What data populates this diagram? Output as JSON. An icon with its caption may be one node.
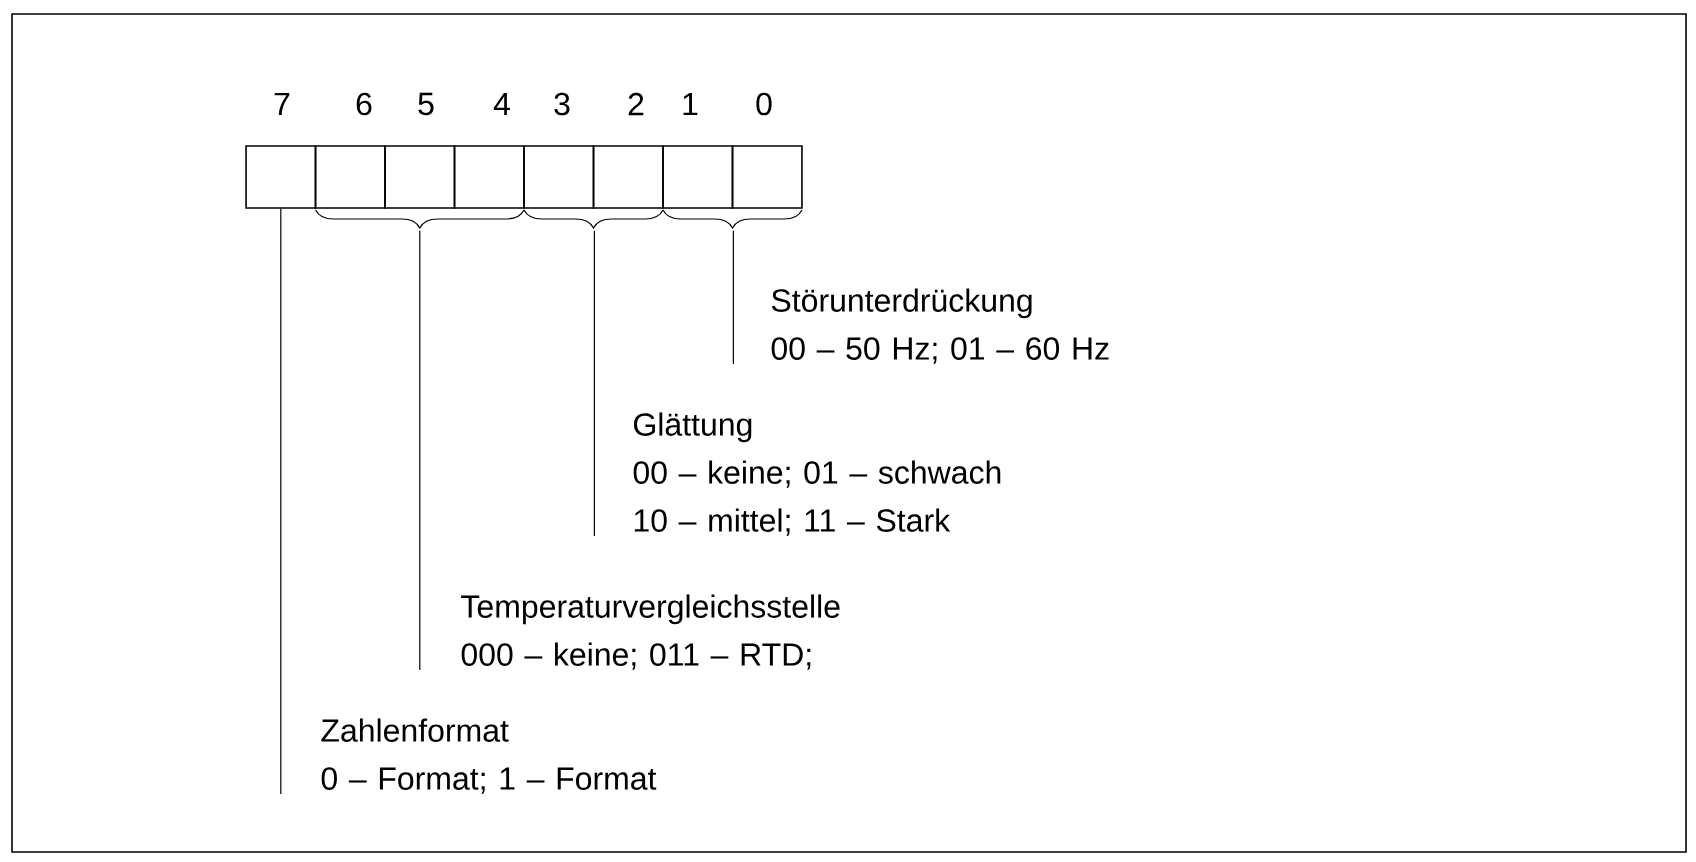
{
  "diagram": {
    "nodes": [
      {
        "text": [],
        "shape": "box"
      },
      {
        "text": [],
        "shape": "box"
      },
      {
        "text": [],
        "shape": "box"
      },
      {
        "text": [],
        "shape": "box"
      },
      {
        "text": [],
        "shape": "box"
      },
      {
        "text": [],
        "shape": "box"
      },
      {
        "text": [],
        "shape": "box"
      },
      {
        "text": [],
        "shape": "box"
      },
      {
        "text": [
          "Störunterdrückung",
          "00 – 50 Hz; 01 – 60 Hz"
        ]
      },
      {
        "text": [
          "Glättung",
          "00 – keine; 01 – schwach 10 – mittel; 11 – Stark"
        ]
      },
      {
        "text": [
          "Temperaturvergleichsstelle",
          "000 – keine; 011 – RTD;"
        ]
      },
      {
        "text": [
          "Zahlenformat",
          "0 – Format; 1 – Format"
        ]
      }
    ],
    "edges": [
      {
        "from": 8,
        "to": 6,
        "arrow": "none"
      },
      {
        "from": 9,
        "to": 4,
        "arrow": "none"
      },
      {
        "from": 10,
        "to": 2,
        "arrow": "none"
      },
      {
        "from": 11,
        "to": 0,
        "arrow": "none"
      }
    ],
    "labels": [
      "7",
      "6",
      "5",
      "4",
      "3",
      "2",
      "1",
      "0"
    ]
  }
}
